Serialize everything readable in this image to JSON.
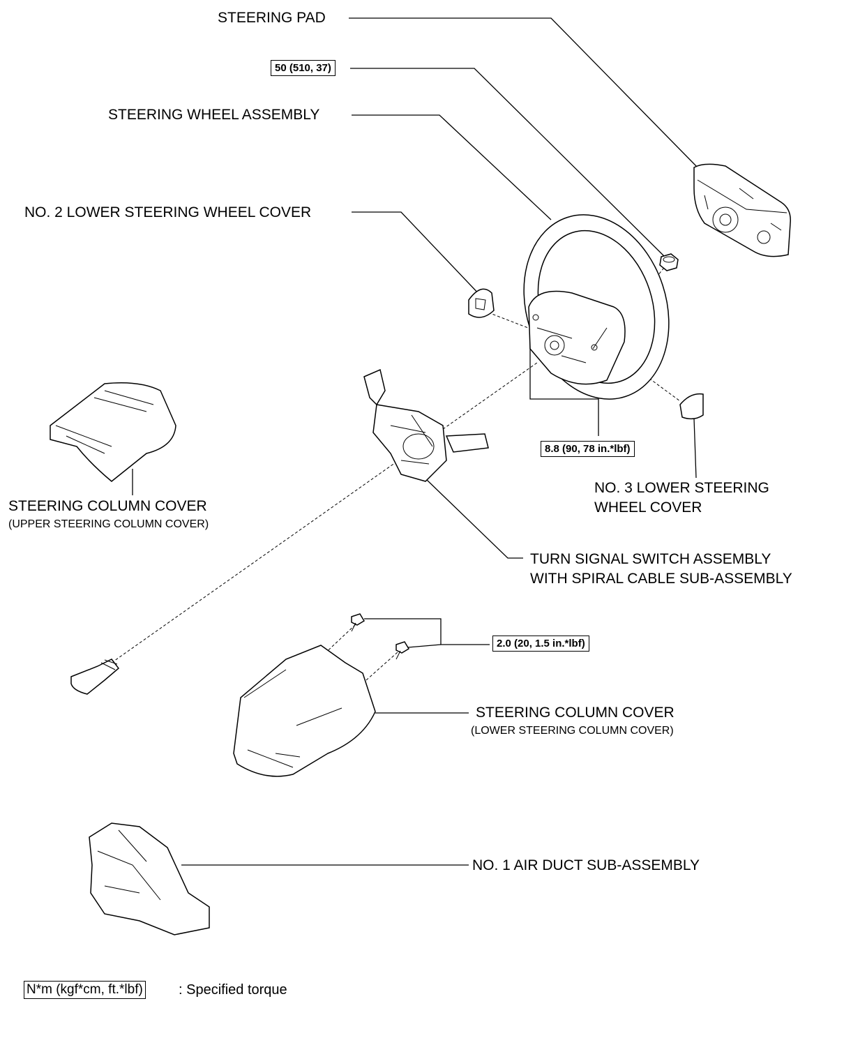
{
  "labels": {
    "steering_pad": "STEERING PAD",
    "steering_wheel_assembly": "STEERING WHEEL ASSEMBLY",
    "no2_lower_cover": "NO. 2 LOWER STEERING WHEEL COVER",
    "no3_lower_cover_line1": "NO. 3 LOWER STEERING",
    "no3_lower_cover_line2": "WHEEL COVER",
    "upper_column_cover": "STEERING COLUMN COVER",
    "upper_column_cover_sub": "(UPPER STEERING COLUMN COVER)",
    "turn_signal_line1": "TURN SIGNAL SWITCH ASSEMBLY",
    "turn_signal_line2": "WITH SPIRAL CABLE SUB-ASSEMBLY",
    "lower_column_cover": "STEERING COLUMN COVER",
    "lower_column_cover_sub": "(LOWER STEERING COLUMN COVER)",
    "air_duct": "NO. 1 AIR DUCT SUB-ASSEMBLY"
  },
  "torques": {
    "wheel_nut": "50 (510, 37)",
    "wheel_screws": "8.8 (90, 78 in.*lbf)",
    "cover_screws": "2.0 (20, 1.5 in.*lbf)"
  },
  "legend": {
    "box_text": "N*m (kgf*cm, ft.*lbf)",
    "description": ": Specified torque"
  }
}
